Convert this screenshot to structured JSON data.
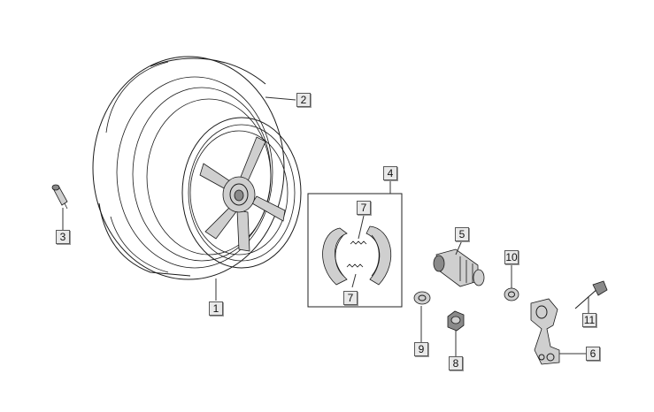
{
  "diagram": {
    "callouts": {
      "c1": "1",
      "c2": "2",
      "c3": "3",
      "c4": "4",
      "c5": "5",
      "c6": "6",
      "c7a": "7",
      "c7b": "7",
      "c8": "8",
      "c9": "9",
      "c10": "10",
      "c11": "11"
    }
  }
}
